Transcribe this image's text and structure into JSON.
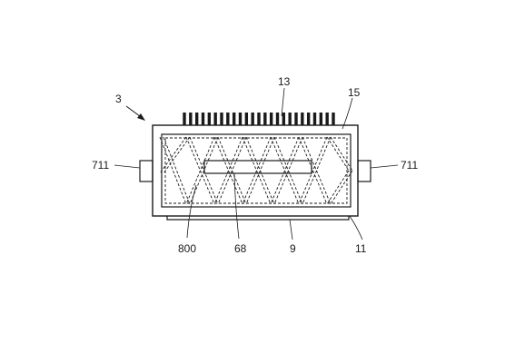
{
  "figure": {
    "labels": {
      "assembly": "3",
      "fins": "13",
      "outer_frame": "15",
      "left_connector": "711",
      "right_connector": "711",
      "bottom_left": "800",
      "bar": "68",
      "bottom_plate": "9",
      "housing": "11"
    }
  }
}
